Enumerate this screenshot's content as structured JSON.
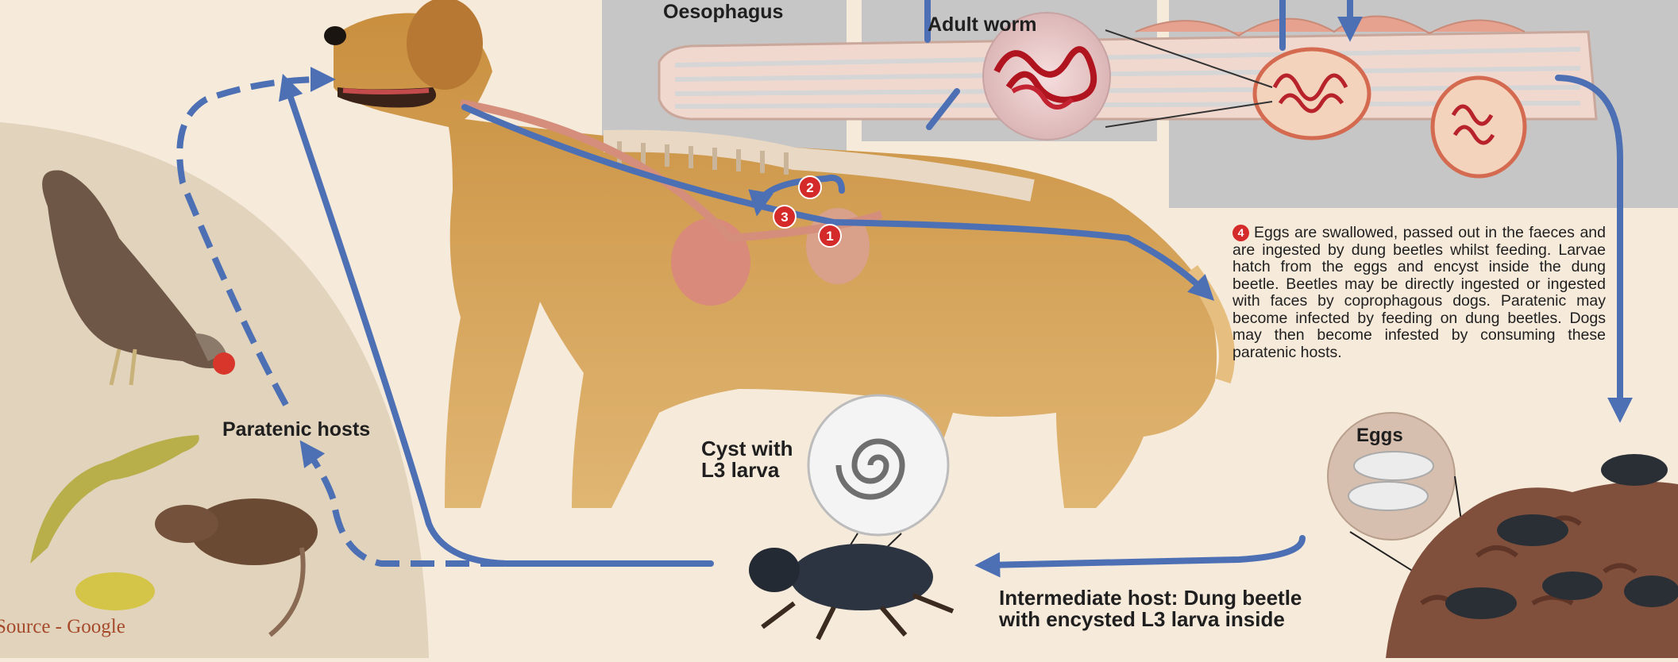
{
  "labels": {
    "oesophagus": "Oesophagus",
    "adult_worm": "Adult worm",
    "paratenic_hosts": "Paratenic hosts",
    "cyst_with_larva": "Cyst with\nL3 larva",
    "eggs": "Eggs",
    "intermediate_host": "Intermediate host: Dung beetle\nwith encysted L3 larva inside"
  },
  "steps": [
    "1",
    "2",
    "3"
  ],
  "description": {
    "number": "4",
    "text": "Eggs are swallowed, passed out in the faeces and are ingested by dung beetles whilst feeding. Larvae hatch from the eggs and encyst inside the dung beetle. Beetles may be directly ingested or ingested with faces by coprophagous dogs. Paratenic may become infected by feeding on dung beetles. Dogs may then become infested by consuming these paratenic hosts."
  },
  "source": "Source - Google",
  "colors": {
    "arrow": "#4d70b5",
    "step_marker": "#d42a2a",
    "background": "#f6eadb",
    "panel": "#c8c8c8",
    "dog": "#d6a55c"
  }
}
